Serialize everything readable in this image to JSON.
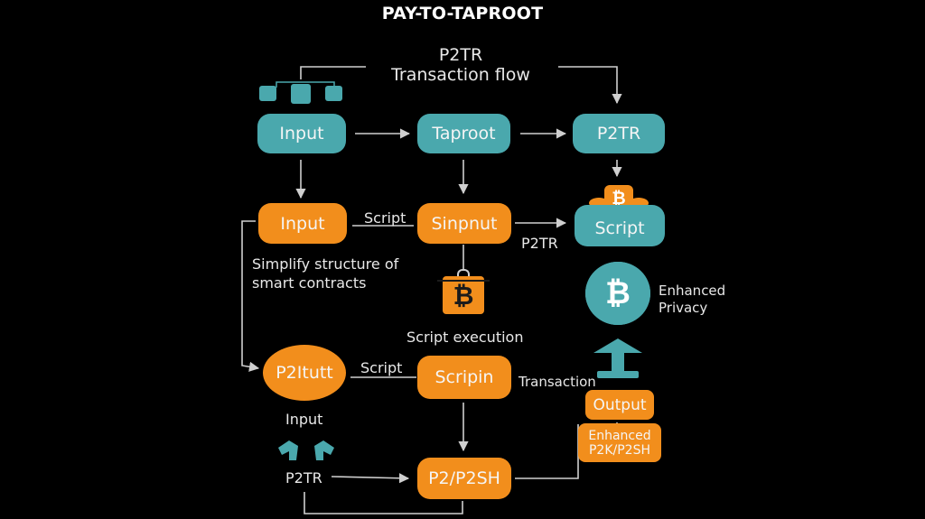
{
  "title": "PAY-TO-TAPROOT",
  "subtitle": {
    "line1": "P2TR",
    "line2": "Transaction flow"
  },
  "nodes": {
    "input_top": "Input",
    "taproot": "Taproot",
    "p2tr_top": "P2TR",
    "input_mid": "Input",
    "sinpnut": "Sinpnut",
    "script_right": "Script",
    "p2itutt": "P2Itutt",
    "scripin": "Scripin",
    "output": "Output",
    "enhanced_p2k": {
      "line1": "Enhanced",
      "line2": "P2K/P2SH"
    },
    "p2p2sh": "P2/P2SH"
  },
  "labels": {
    "script_1": "Script",
    "p2tr_mid": "P2TR",
    "simplify": {
      "line1": "Simplify structure of",
      "line2": "smart contracts"
    },
    "enhanced_privacy": {
      "line1": "Enhanced",
      "line2": "Privacy"
    },
    "script_execution": "Script execution",
    "script_2": "Script",
    "transaction": "Transaction",
    "input_bottom": "Input",
    "p2tr_bottom": "P2TR"
  },
  "icons": {
    "bitcoin_symbol": "₿",
    "colors": {
      "teal": "#4aa8ad",
      "orange": "#f28e1c",
      "line": "#cfcfcf",
      "dark": "#1b1b1b"
    }
  }
}
